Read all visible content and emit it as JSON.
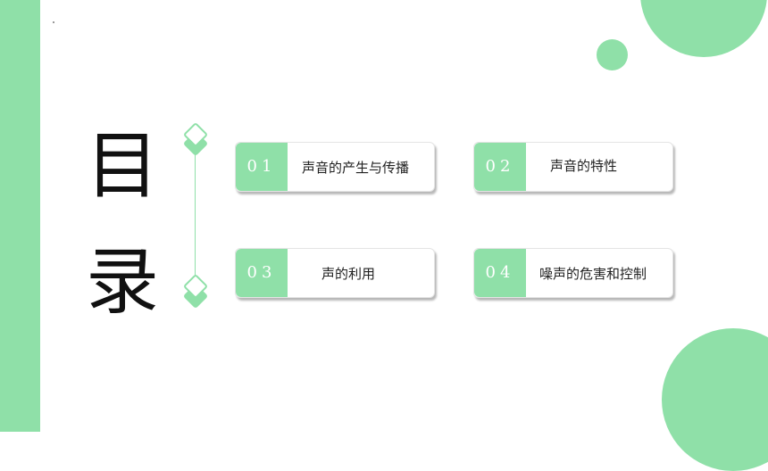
{
  "title": {
    "line1": "目",
    "line2": "录"
  },
  "colors": {
    "accent": "#8fe0a8",
    "text": "#222222",
    "card_bg": "#ffffff"
  },
  "toc": {
    "items": [
      {
        "num": "01",
        "label": "声音的产生与传播"
      },
      {
        "num": "02",
        "label": "声音的特性"
      },
      {
        "num": "03",
        "label": "声的利用"
      },
      {
        "num": "04",
        "label": "噪声的危害和控制"
      }
    ]
  }
}
